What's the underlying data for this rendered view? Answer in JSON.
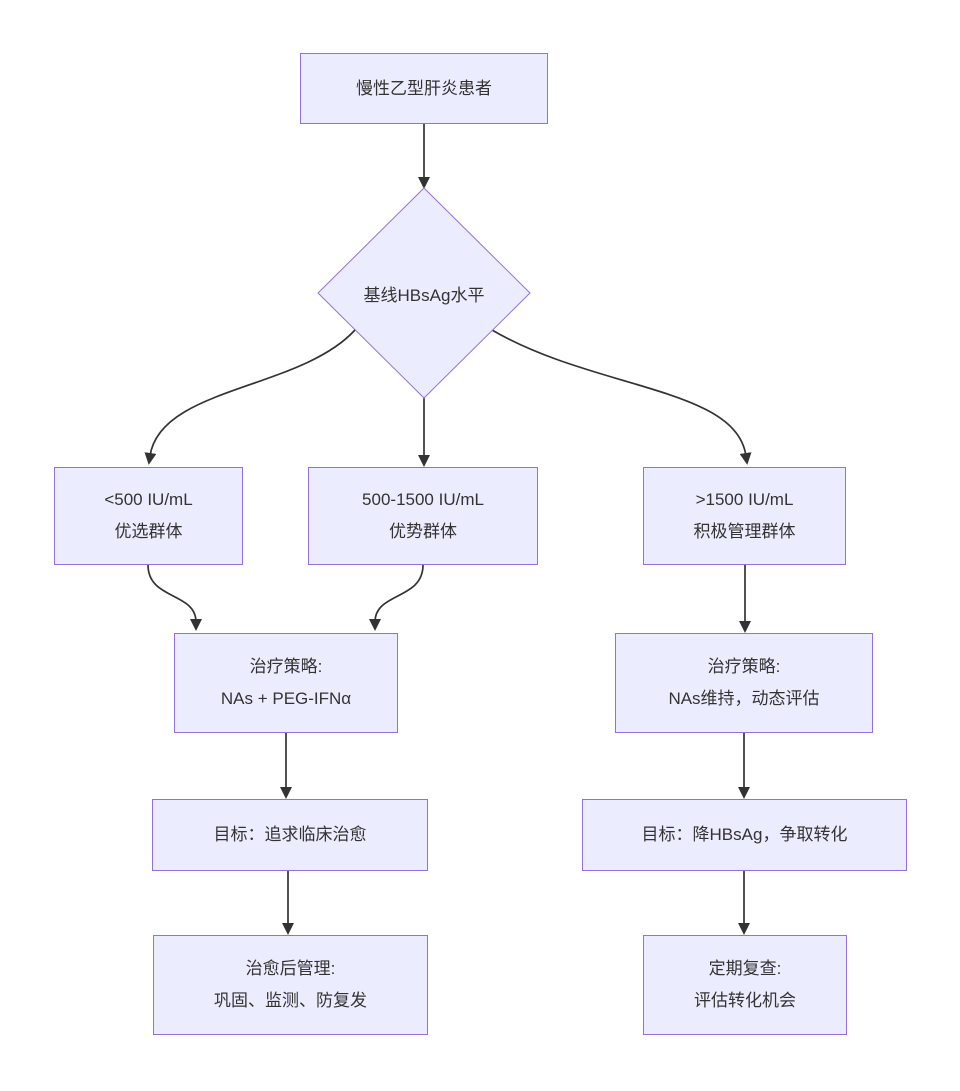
{
  "diagram": {
    "type": "flowchart",
    "background_color": "#ffffff",
    "node_fill_color": "#ECECFF",
    "node_border_color": "#9370DB",
    "edge_color": "#333333",
    "text_color": "#333333"
  },
  "nodes": {
    "start": {
      "lines": [
        "慢性乙型肝炎患者"
      ]
    },
    "decision": {
      "lines": [
        "基线HBsAg水平"
      ]
    },
    "group_low": {
      "lines": [
        "<500 IU/mL",
        "优选群体"
      ]
    },
    "group_mid": {
      "lines": [
        "500-1500 IU/mL",
        "优势群体"
      ]
    },
    "group_high": {
      "lines": [
        ">1500 IU/mL",
        "积极管理群体"
      ]
    },
    "strategy_combo": {
      "lines": [
        "治疗策略:",
        "NAs + PEG-IFNα"
      ]
    },
    "strategy_na": {
      "lines": [
        "治疗策略:",
        "NAs维持，动态评估"
      ]
    },
    "goal_cure": {
      "lines": [
        "目标：追求临床治愈"
      ]
    },
    "goal_reduce": {
      "lines": [
        "目标：降HBsAg，争取转化"
      ]
    },
    "post_cure": {
      "lines": [
        "治愈后管理:",
        "巩固、监测、防复发"
      ]
    },
    "review": {
      "lines": [
        "定期复查:",
        "评估转化机会"
      ]
    }
  }
}
